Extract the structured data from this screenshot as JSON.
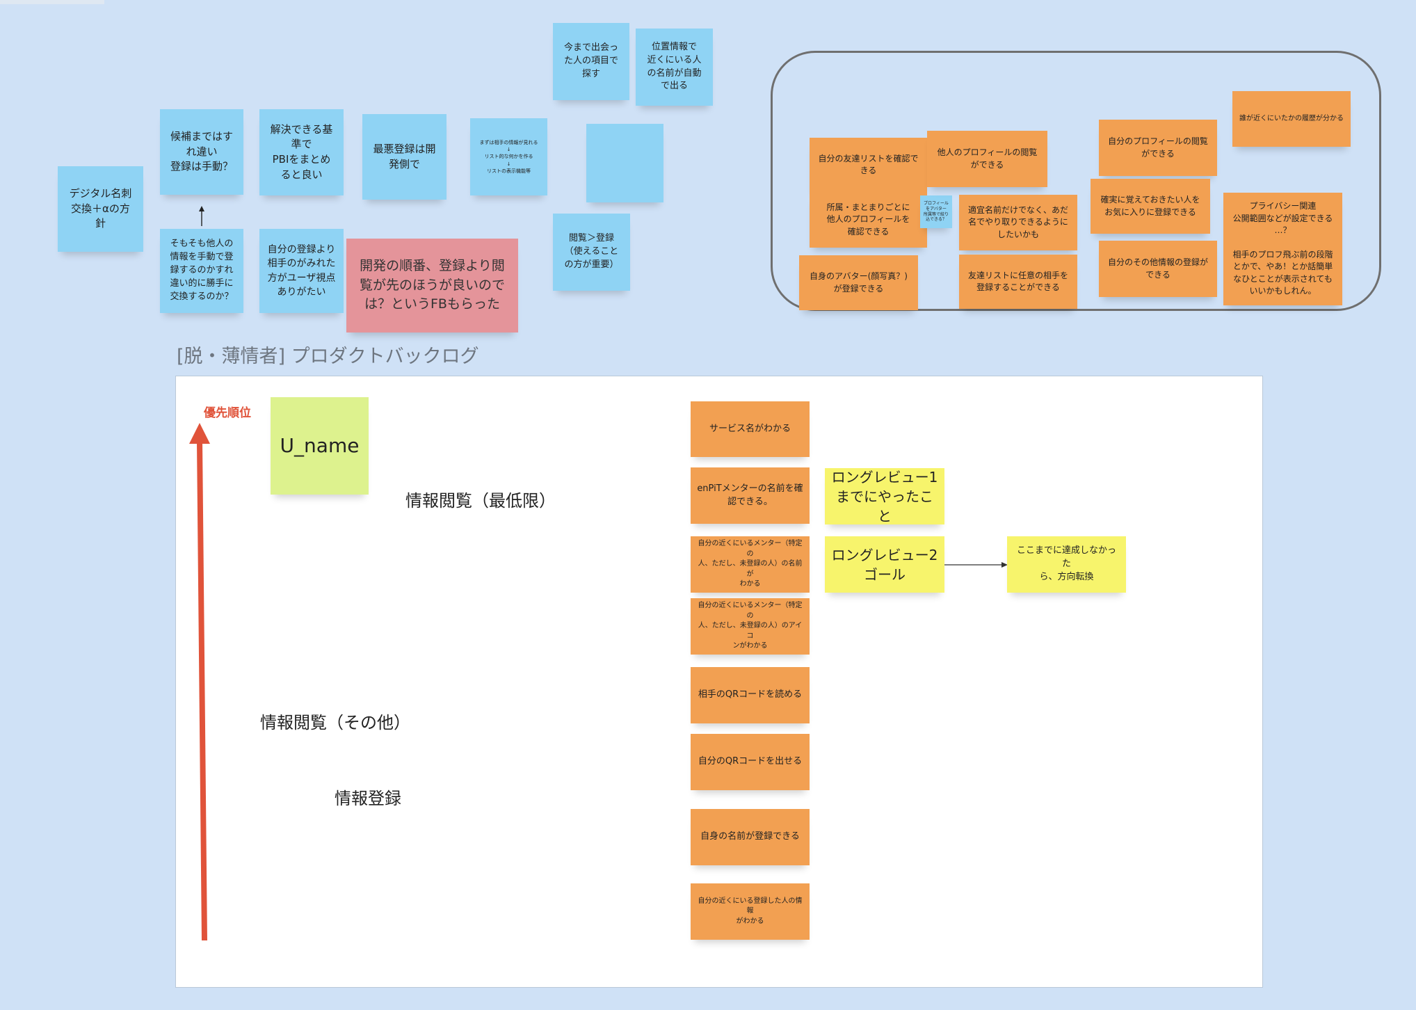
{
  "canvas": {
    "frame_title": "[脱・薄情者] プロダクトバックログ"
  },
  "blue_notes": {
    "digital": "デジタル名刺\n交換＋αの方\n針",
    "kouho": "候補まではす\nれ違い\n登録は手動？",
    "sosomo": "そもそも他人の\n情報を手動で登\n録するのかすれ\n違い的に勝手に\n交換するのか？",
    "kaiketsu": "解決できる基\n準で\nPBIをまとめ\nると良い",
    "jibun_touroku": "自分の登録より\n相手のがみれた\n方がユーザ視点\nありがたい",
    "saiaku": "最悪登録は開\n発側で",
    "mazu": "まずは相手の情報が見れる\n↓\nリスト的な何かを作る\n↓\nリストの表示機能等",
    "imamade": "今まで出会っ\nた人の項目で\n探す",
    "ichi": "位置情報で\n近くにいる人\nの名前が自動\nで出る",
    "empty": "",
    "etsuran": "閲覧＞登録\n（使えること\nの方が重要）",
    "profile_small": "プロフィール\nをアバター\n所属等で絞り\n込できる？"
  },
  "pink_note": "開発の順番、登録より閲\n覧が先のほうが良いので\nは？というFBもらった",
  "group_notes": {
    "tomodachi": "自分の友達リストを確認で\nきる",
    "shozoku": "所属・まとまりごとに\n他人のプロフィールを\n確認できる",
    "avatar": "自身のアバター(顔写真？)\nが登録できる",
    "tanin_profile": "他人のプロフィールの閲覧\nができる",
    "tekigi": "適宜名前だけでなく、あだ\n名でやり取りできるように\nしたいかも",
    "tomodachi_nin": "友達リストに任意の相手を\n登録することができる",
    "jibun_profile": "自分のプロフィールの閲覧\nができる",
    "kakujitsu": "確実に覚えておきたい人を\nお気に入りに登録できる",
    "sonota": "自分のその他情報の登録が\nできる",
    "dare": "誰が近くにいたかの履歴が分かる",
    "privacy": "プライバシー関連\n公開範囲などが設定できる\n…？\n\n相手のプロフ飛ぶ前の段階\nとかで、やあ！とか話簡単\nなひとことが表示されても\nいいかもしれん。"
  },
  "frame": {
    "priority_label": "優先順位",
    "lime_note": "U_name",
    "label_min": "情報閲覧（最低限）",
    "label_other": "情報閲覧（その他）",
    "label_register": "情報登録",
    "backlog": [
      "サービス名がわかる",
      "enPiTメンターの名前を確\n認できる。",
      "自分の近くにいるメンター（特定の\n人、ただし、未登録の人）の名前が\nわかる",
      "自分の近くにいるメンター（特定の\n人、ただし、未登録の人）のアイコ\nンがわかる",
      "相手のQRコードを読める",
      "自分のQRコードを出せる",
      "自身の名前が登録できる",
      "自分の近くにいる登録した人の情報\nがわかる"
    ],
    "review1": "ロングレビュー1\nまでにやったこと",
    "review2": "ロングレビュー2\nゴール",
    "pivot": "ここまでに達成しなかった\nら、方向転換"
  },
  "colors": {
    "background": "#cfe1f6",
    "blue_note": "#8fd3f4",
    "orange_note": "#f2a052",
    "pink_note": "#e4949a",
    "yellow_note": "#f7f46c",
    "lime_note": "#ddf28e",
    "priority_arrow": "#e0533a"
  }
}
